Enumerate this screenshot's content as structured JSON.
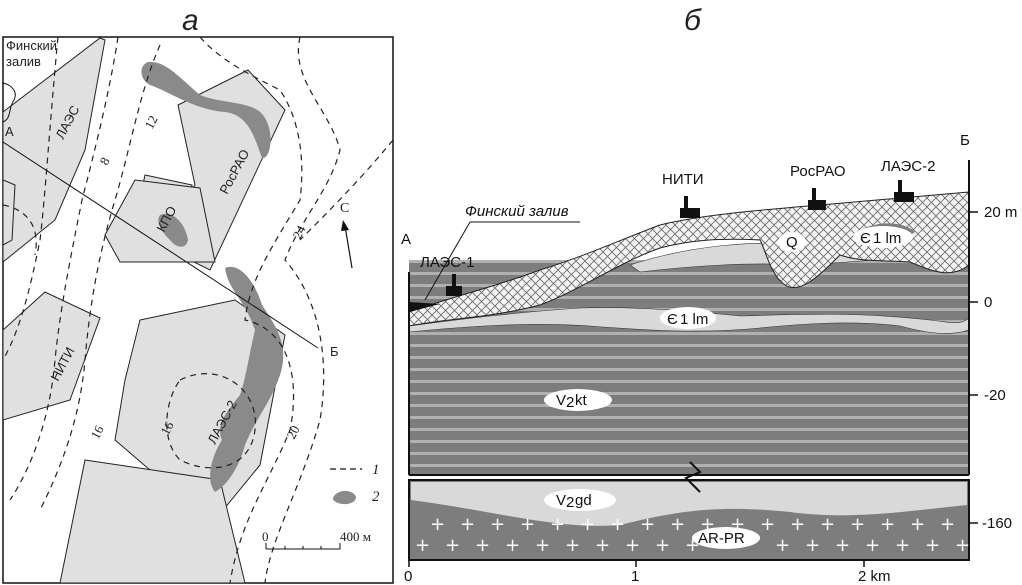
{
  "panel_a": {
    "letter": "а",
    "gulf": [
      "Финский",
      "залив"
    ],
    "point_a": "А",
    "point_b": "Б",
    "buildings": {
      "laes": "ЛАЭС",
      "rosrao": "РосРАО",
      "kpo": "КПО",
      "niti": "НИТИ",
      "laes2": "ЛАЭС-2"
    },
    "contours": [
      "8",
      "12",
      "16",
      "16",
      "20",
      "24"
    ],
    "north": "С",
    "legend": [
      {
        "num": "1",
        "kind": "dashed-line"
      },
      {
        "num": "2",
        "kind": "gray-patch"
      }
    ],
    "scale": {
      "start": "0",
      "end": "400 м"
    }
  },
  "panel_b": {
    "letter": "б",
    "point_a": "А",
    "point_b": "Б",
    "gulf": "Финский залив",
    "facilities": [
      "ЛАЭС-1",
      "НИТИ",
      "РосРАО",
      "ЛАЭС-2"
    ],
    "units": {
      "q": "Q",
      "cambrian_upper": "Є",
      "cambrian_upper_sub": "1 lm",
      "cambrian_lower": "Є",
      "cambrian_lower_sub": "1 lm",
      "kotlin": "V",
      "kotlin_sub": "2",
      "kotlin_suffix": "kt",
      "gdov": "V",
      "gdov_sub": "2",
      "gdov_suffix": "gd",
      "basement": "AR-PR"
    },
    "y_ticks": [
      "20 m",
      "0",
      "-20",
      "-160"
    ],
    "x_ticks": [
      "0",
      "1",
      "2 km"
    ]
  },
  "colors": {
    "building_fill": "#e0e0e0",
    "patch_gray": "#8a8a8a",
    "stripe_dark": "#7d7d7d",
    "stripe_light": "#a9a9a9",
    "sand_light": "#d9d9d9",
    "fill_hatch": "#f4f4f4"
  }
}
